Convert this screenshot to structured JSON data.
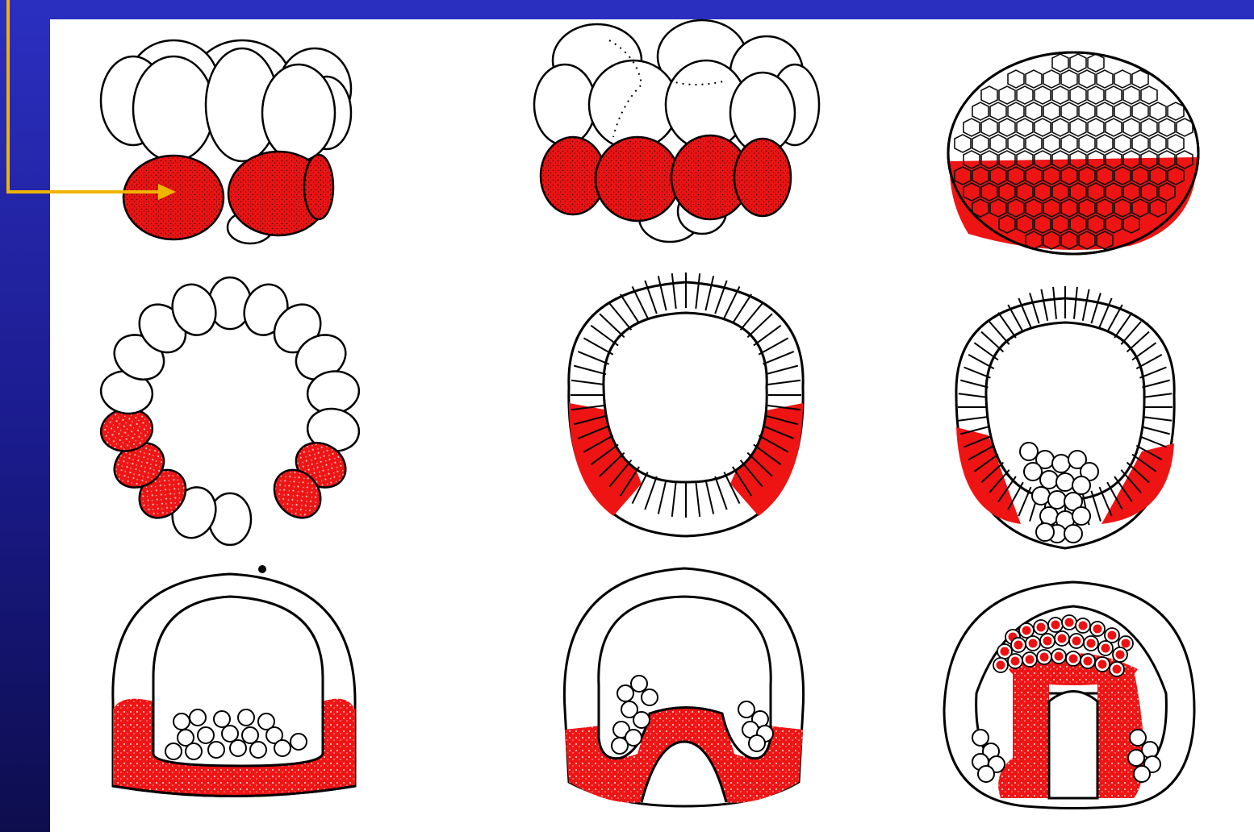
{
  "slide": {
    "background_color": "#1f22a8",
    "panel_color": "#ffffff",
    "pointer_arrow_color": "#f0b400"
  },
  "diagram": {
    "description_free": true,
    "highlight_color": "#ee1111",
    "stages": [
      {
        "id": "stage-16-cell"
      },
      {
        "id": "stage-32-cell"
      },
      {
        "id": "stage-blastula-surface"
      },
      {
        "id": "stage-early-blastula-section"
      },
      {
        "id": "stage-late-blastula-section"
      },
      {
        "id": "stage-mesenchyme-blastula-section"
      },
      {
        "id": "stage-early-gastrula"
      },
      {
        "id": "stage-mid-gastrula"
      },
      {
        "id": "stage-late-gastrula"
      }
    ]
  }
}
